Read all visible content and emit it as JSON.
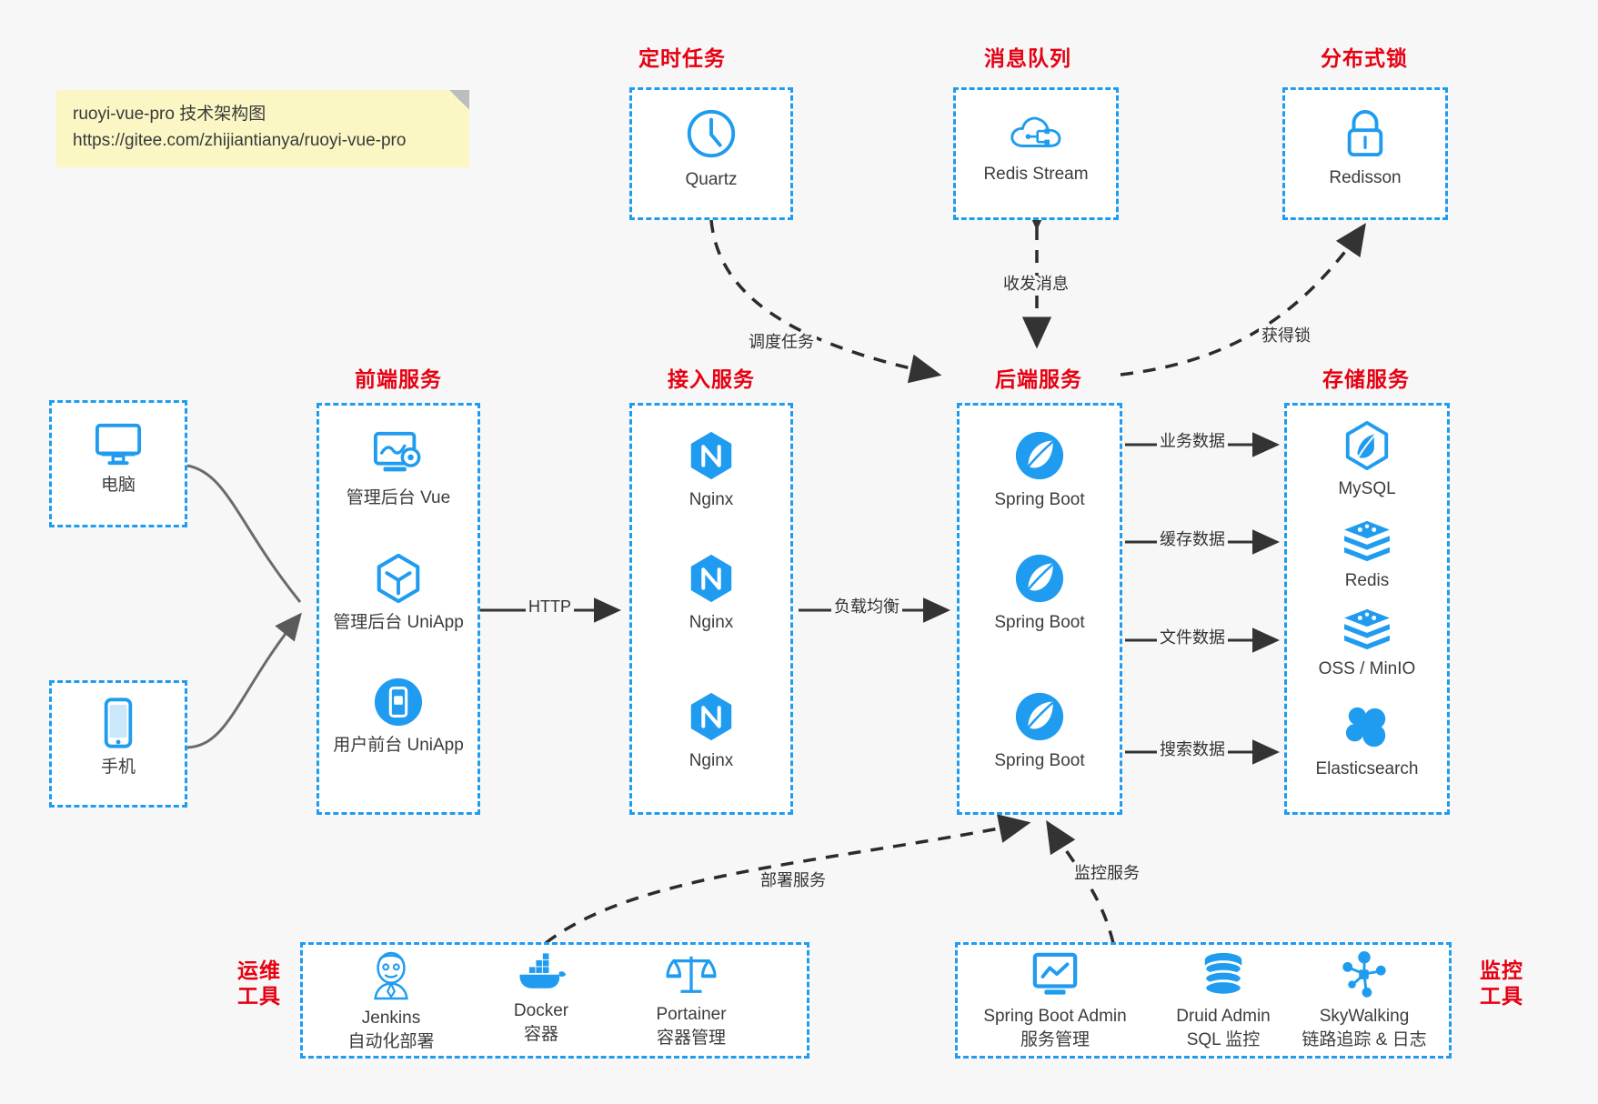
{
  "note": {
    "line1": "ruoyi-vue-pro 技术架构图",
    "line2": "https://gitee.com/zhijiantianya/ruoyi-vue-pro"
  },
  "colors": {
    "accent": "#1F9CF0",
    "title": "#E60012",
    "background": "#f7f7f7",
    "note_bg": "#FAF7C4",
    "text": "#3c3c3c",
    "edge": "#333333"
  },
  "groups": {
    "scheduler": {
      "title": "定时任务"
    },
    "mq": {
      "title": "消息队列"
    },
    "lock": {
      "title": "分布式锁"
    },
    "frontend": {
      "title": "前端服务"
    },
    "gateway": {
      "title": "接入服务"
    },
    "backend": {
      "title": "后端服务"
    },
    "storage": {
      "title": "存储服务"
    },
    "devops": {
      "title": "运维\n工具",
      "line1": "运维",
      "line2": "工具"
    },
    "monitor": {
      "title": "监控\n工具",
      "line1": "监控",
      "line2": "工具"
    }
  },
  "nodes": {
    "quartz": {
      "label": "Quartz",
      "icon": "clock-icon"
    },
    "redis_stream": {
      "label": "Redis Stream",
      "icon": "cloud-stream-icon"
    },
    "redisson": {
      "label": "Redisson",
      "icon": "lock-icon"
    },
    "pc": {
      "label": "电脑",
      "icon": "desktop-icon"
    },
    "phone": {
      "label": "手机",
      "icon": "mobile-icon"
    },
    "admin_vue": {
      "label": "管理后台 Vue",
      "icon": "dashboard-gear-icon"
    },
    "admin_uniapp": {
      "label": "管理后台 UniApp",
      "icon": "cube-icon"
    },
    "user_uniapp": {
      "label": "用户前台 UniApp",
      "icon": "app-phone-icon"
    },
    "nginx1": {
      "label": "Nginx",
      "icon": "nginx-icon"
    },
    "nginx2": {
      "label": "Nginx",
      "icon": "nginx-icon"
    },
    "nginx3": {
      "label": "Nginx",
      "icon": "nginx-icon"
    },
    "boot1": {
      "label": "Spring Boot",
      "icon": "spring-leaf-icon"
    },
    "boot2": {
      "label": "Spring Boot",
      "icon": "spring-leaf-icon"
    },
    "boot3": {
      "label": "Spring Boot",
      "icon": "spring-leaf-icon"
    },
    "mysql": {
      "label": "MySQL",
      "icon": "mysql-dolphin-icon"
    },
    "redis": {
      "label": "Redis",
      "icon": "redis-stack-icon"
    },
    "oss": {
      "label": "OSS / MinIO",
      "icon": "redis-stack-icon"
    },
    "es": {
      "label": "Elasticsearch",
      "icon": "elasticsearch-icon"
    },
    "jenkins": {
      "label": "Jenkins",
      "sublabel": "自动化部署",
      "icon": "jenkins-butler-icon"
    },
    "docker": {
      "label": "Docker",
      "sublabel": "容器",
      "icon": "docker-whale-icon"
    },
    "portainer": {
      "label": "Portainer",
      "sublabel": "容器管理",
      "icon": "scales-icon"
    },
    "sba": {
      "label": "Spring Boot Admin",
      "sublabel": "服务管理",
      "icon": "monitor-chart-icon"
    },
    "druid": {
      "label": "Druid Admin",
      "sublabel": "SQL 监控",
      "icon": "database-icon"
    },
    "skywalking": {
      "label": "SkyWalking",
      "sublabel": "链路追踪 & 日志",
      "icon": "skywalking-node-icon"
    }
  },
  "edges": [
    {
      "id": "e-http",
      "label": "HTTP"
    },
    {
      "id": "e-lb",
      "label": "负载均衡"
    },
    {
      "id": "e-sched",
      "label": "调度任务"
    },
    {
      "id": "e-msg",
      "label": "收发消息"
    },
    {
      "id": "e-lock",
      "label": "获得锁"
    },
    {
      "id": "e-biz",
      "label": "业务数据"
    },
    {
      "id": "e-cache",
      "label": "缓存数据"
    },
    {
      "id": "e-file",
      "label": "文件数据"
    },
    {
      "id": "e-search",
      "label": "搜索数据"
    },
    {
      "id": "e-deploy",
      "label": "部署服务"
    },
    {
      "id": "e-monitor",
      "label": "监控服务"
    }
  ]
}
